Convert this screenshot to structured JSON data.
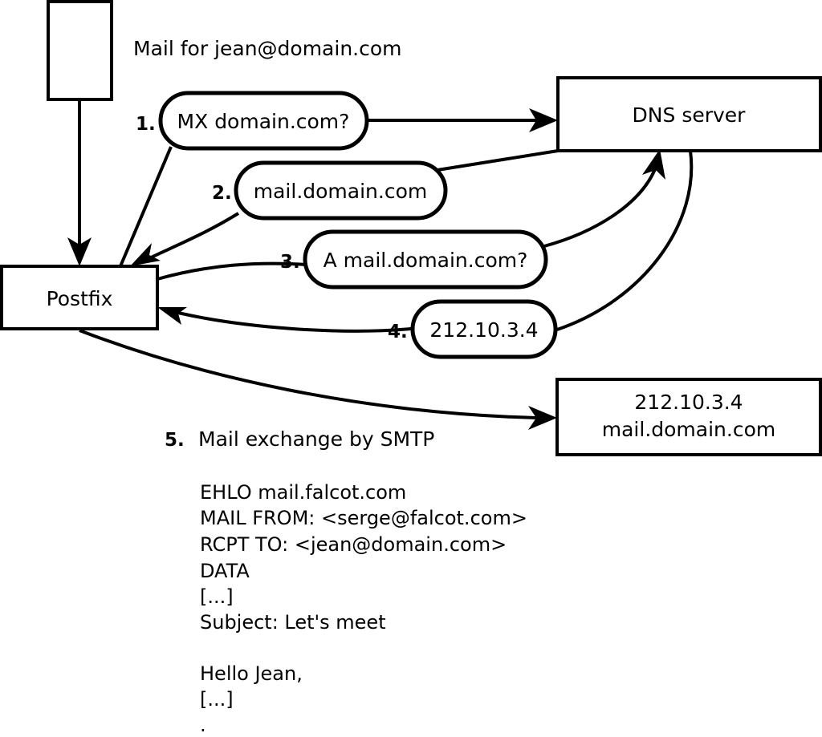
{
  "diagram": {
    "title_text": "Mail for jean@domain.com",
    "nodes": {
      "sender": {
        "label": ""
      },
      "postfix": {
        "label": "Postfix"
      },
      "dns": {
        "label": "DNS server"
      },
      "destination": {
        "line1": "212.10.3.4",
        "line2": "mail.domain.com"
      }
    },
    "steps": [
      {
        "num": "1.",
        "label": "MX domain.com?"
      },
      {
        "num": "2.",
        "label": "mail.domain.com"
      },
      {
        "num": "3.",
        "label": "A mail.domain.com?"
      },
      {
        "num": "4.",
        "label": "212.10.3.4"
      },
      {
        "num": "5.",
        "label": "Mail exchange by SMTP"
      }
    ],
    "smtp_transcript": [
      "EHLO mail.falcot.com",
      "MAIL FROM: <serge@falcot.com>",
      "RCPT TO: <jean@domain.com>",
      "DATA",
      "[...]",
      "Subject: Let's meet",
      "",
      "Hello Jean,",
      "[...]",
      "."
    ],
    "colors": {
      "stroke": "#000000",
      "fill": "#ffffff",
      "text": "#000000"
    }
  }
}
